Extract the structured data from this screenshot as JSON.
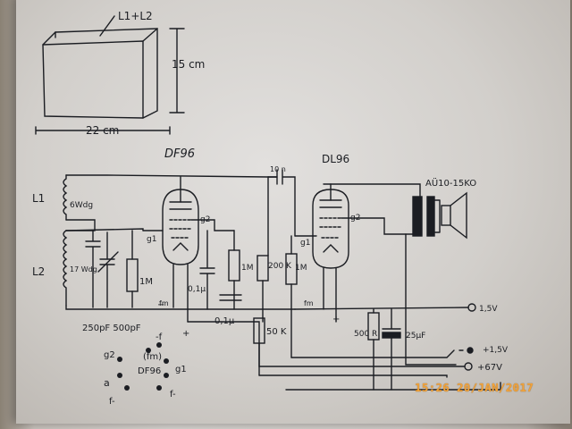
{
  "sketch": {
    "coil_label": "L1+L2",
    "height_label": "15 cm",
    "width_label": "22 cm"
  },
  "tubes": {
    "df96": "DF96",
    "dl96": "DL96"
  },
  "labels": {
    "l1": "L1",
    "l2": "L2",
    "l1_turns": "6Wdg",
    "l2_turns": "17 Wdg",
    "tuning_caps": "250pF 500pF",
    "grid_res": "1M",
    "g1_df": "g1",
    "g2_df": "g2",
    "screen_res": "1M",
    "cap_01_top": "0,1µ",
    "cap_01_bottom": "0,1µ",
    "pot_200k": "200 K",
    "res_50k": "50 K",
    "res_1m_dl": "1M",
    "coupling_cap": "10 n",
    "g1_dl": "g1",
    "g2_dl": "g2",
    "speaker": "AÜ10-15KO",
    "fm_df": "fm",
    "fm_dl": "fm",
    "res_500": "500 R",
    "cap_25": "25µF",
    "plus_df": "+",
    "plus_dl": "+",
    "minus_df": "−",
    "supply_15": "1,5V",
    "supply_plus15": "+1,5V",
    "supply_67": "+67V"
  },
  "pinout": {
    "g2": "g2",
    "f_top": "-f",
    "fm": "(fm)",
    "tube": "DF96",
    "g1": "g1",
    "a": "a",
    "f_minus": "f-",
    "f_left": "f-"
  },
  "timestamp": "15:26 20/JAN/2017"
}
